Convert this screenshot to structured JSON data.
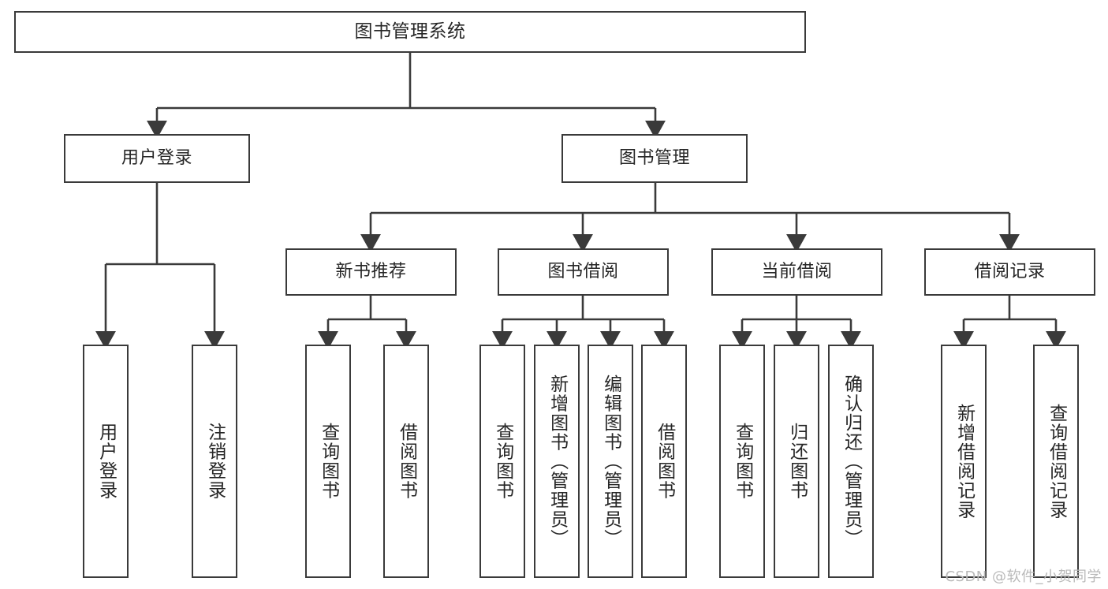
{
  "diagram": {
    "title": "图书管理系统",
    "type": "tree-hierarchy-diagram",
    "watermark": "CSDN @软件_小贺同学",
    "accent_color": "#3a3a3a",
    "background_color": "#ffffff",
    "node_fill": "#ffffff"
  },
  "nodes": {
    "root": {
      "label": "图书管理系统"
    },
    "level2": [
      {
        "label": "用户登录"
      },
      {
        "label": "图书管理"
      }
    ],
    "level3": [
      {
        "label": "新书推荐"
      },
      {
        "label": "图书借阅"
      },
      {
        "label": "当前借阅"
      },
      {
        "label": "借阅记录"
      }
    ],
    "leaves": {
      "user_login": [
        {
          "label": "用户登录"
        },
        {
          "label": "注销登录"
        }
      ],
      "new_book_recommend": [
        {
          "label": "查询图书"
        },
        {
          "label": "借阅图书"
        }
      ],
      "book_borrow": [
        {
          "label": "查询图书"
        },
        {
          "label": "新增图书（管理员）"
        },
        {
          "label": "编辑图书（管理员）"
        },
        {
          "label": "借阅图书"
        }
      ],
      "current_borrow": [
        {
          "label": "查询图书"
        },
        {
          "label": "归还图书"
        },
        {
          "label": "确认归还（管理员）"
        }
      ],
      "borrow_record": [
        {
          "label": "新增借阅记录"
        },
        {
          "label": "查询借阅记录"
        }
      ]
    }
  }
}
